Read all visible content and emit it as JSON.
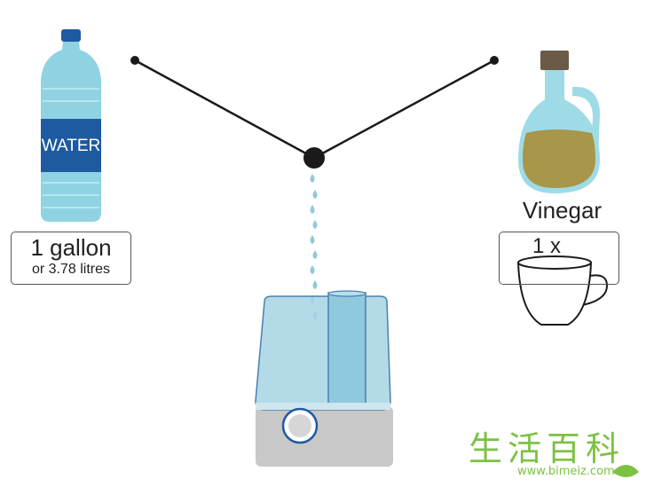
{
  "water": {
    "bottle_label": "WATER",
    "amount": "1 gallon",
    "amount_alt": "or 3.78  litres"
  },
  "vinegar": {
    "label": "Vinegar",
    "amount": "1 x"
  },
  "watermark": {
    "chinese": "生活百科",
    "url": "www.bimeiz.com"
  },
  "colors": {
    "bottle": "#8fd3e3",
    "bottle_label": "#1e5aa0",
    "cap": "#1e5aa0",
    "vinegar_liquid": "#a8964a",
    "vinegar_glass": "#9fdbe6",
    "cork": "#6b5a48",
    "tank": "#a6d4e3",
    "base": "#c8c8c8",
    "lines": "#1a1a1a",
    "drops": "#8fc9de",
    "watermark": "#7cc242"
  }
}
